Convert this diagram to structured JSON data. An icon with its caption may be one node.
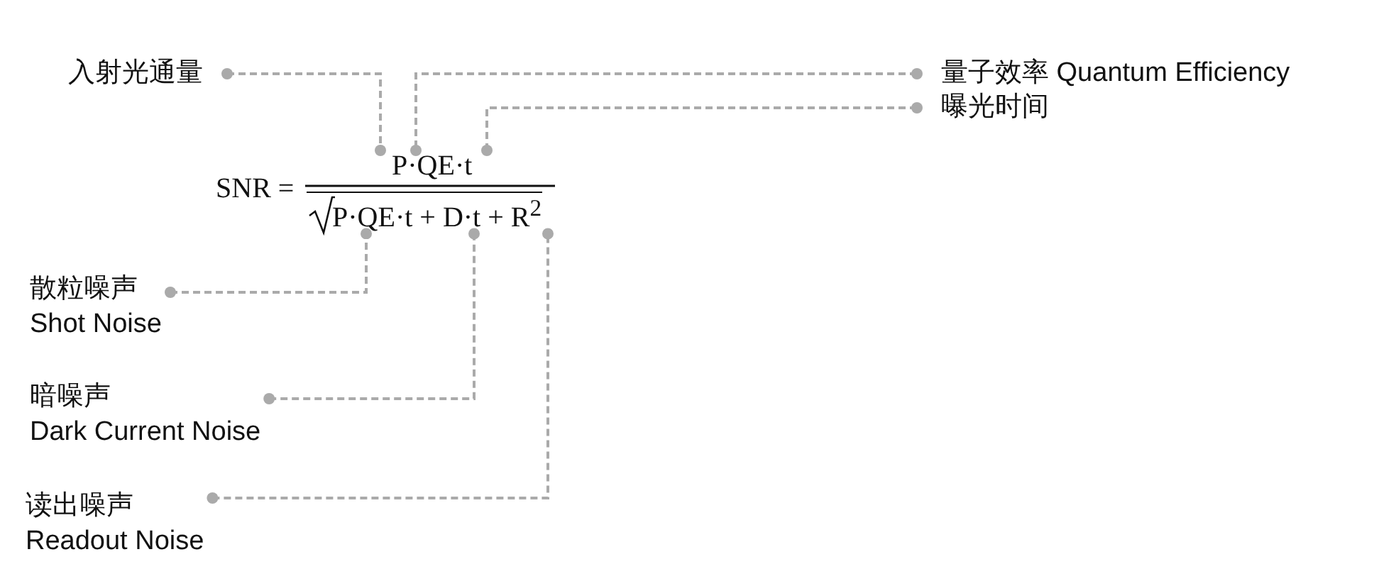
{
  "diagram": {
    "nodes": [
      {
        "text": [
          "入射光通量"
        ]
      },
      {
        "text": [
          "量子效率 Quantum Efficiency"
        ]
      },
      {
        "text": [
          "曝光时间"
        ]
      },
      {
        "text": [
          "散粒噪声",
          "Shot Noise"
        ]
      },
      {
        "text": [
          "暗噪声",
          "Dark Current Noise"
        ]
      },
      {
        "text": [
          "读出噪声",
          "Readout Noise"
        ]
      },
      {
        "text": [
          "P·QE·t"
        ]
      },
      {
        "text": [
          "P·QE·t + D·t + R$^{2}$"
        ]
      }
    ],
    "edges": [
      {
        "from": 0,
        "to": 6,
        "arrow": "other",
        "style": "dashed"
      },
      {
        "from": 1,
        "to": 6,
        "arrow": "other",
        "style": "dashed"
      },
      {
        "from": 2,
        "to": 6,
        "arrow": "other",
        "style": "dashed"
      },
      {
        "from": 3,
        "to": 7,
        "arrow": "other",
        "style": "dashed"
      },
      {
        "from": 4,
        "to": 7,
        "arrow": "other",
        "style": "dashed"
      },
      {
        "from": 5,
        "to": 7,
        "arrow": "other",
        "style": "dashed"
      }
    ],
    "labels": [
      "SNR ="
    ]
  }
}
